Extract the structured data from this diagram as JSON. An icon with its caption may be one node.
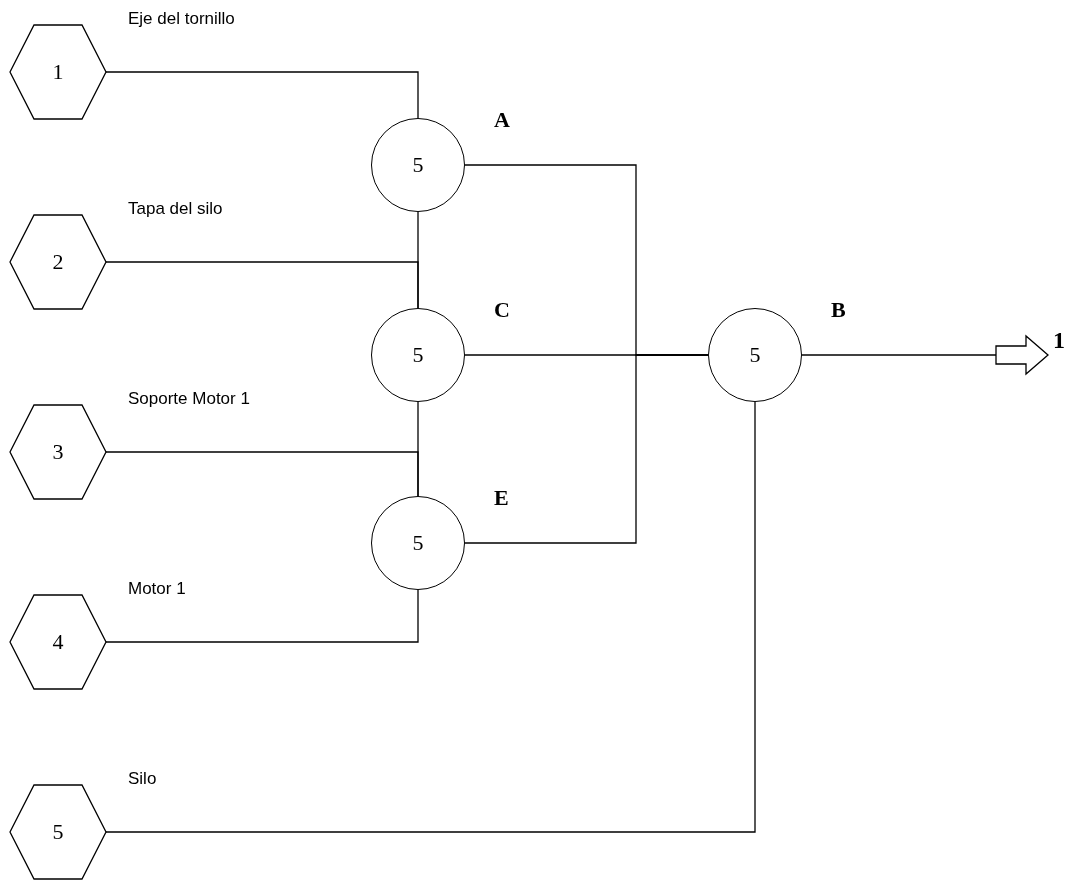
{
  "diagram": {
    "nodes": [
      {
        "text": [
          "1"
        ],
        "beside": [
          "Eje del tornillo"
        ]
      },
      {
        "text": [
          "5"
        ],
        "beside": [
          "A"
        ]
      },
      {
        "text": [
          "2"
        ],
        "beside": [
          "Tapa del silo"
        ]
      },
      {
        "text": [
          "5"
        ],
        "beside": [
          "C"
        ]
      },
      {
        "text": [
          "5"
        ],
        "beside": [
          "B"
        ]
      },
      {
        "text": [
          "3"
        ],
        "beside": [
          "Soporte Motor 1"
        ]
      },
      {
        "text": [
          "5"
        ],
        "beside": [
          "E"
        ]
      },
      {
        "text": [
          "4"
        ],
        "beside": [
          "Motor 1"
        ]
      },
      {
        "text": [
          "5"
        ],
        "beside": [
          "Silo"
        ]
      },
      {
        "text": [
          "1"
        ]
      }
    ],
    "edges": [
      {
        "from": 0,
        "to": 1,
        "arrow": "none"
      },
      {
        "from": 2,
        "to": 3,
        "arrow": "none"
      },
      {
        "from": 1,
        "to": 3,
        "arrow": "none"
      },
      {
        "from": 5,
        "to": 6,
        "arrow": "none"
      },
      {
        "from": 3,
        "to": 6,
        "arrow": "none"
      },
      {
        "from": 7,
        "to": 6,
        "arrow": "none"
      },
      {
        "from": 1,
        "to": 4,
        "arrow": "none"
      },
      {
        "from": 3,
        "to": 4,
        "arrow": "none"
      },
      {
        "from": 6,
        "to": 4,
        "arrow": "none"
      },
      {
        "from": 8,
        "to": 4,
        "arrow": "none"
      },
      {
        "from": 4,
        "to": 9,
        "arrow": "to"
      }
    ]
  }
}
